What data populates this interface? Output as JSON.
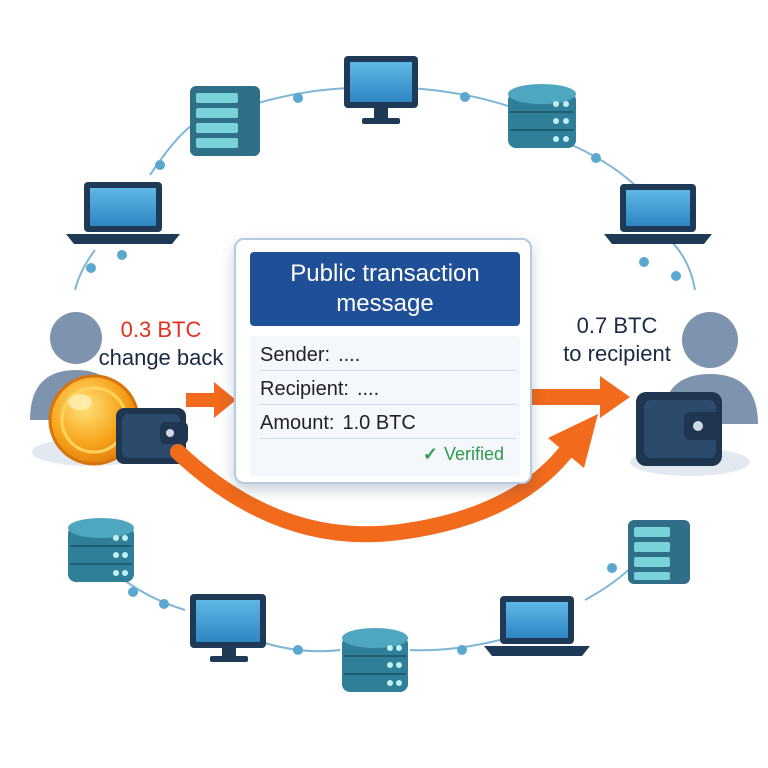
{
  "card": {
    "title": "Public transaction message",
    "sender_label": "Sender:",
    "sender_value": "....",
    "recipient_label": "Recipient:",
    "recipient_value": "....",
    "amount_label": "Amount:",
    "amount_value": "1.0 BTC",
    "verified_label": "Verified"
  },
  "left_label": {
    "amount": "0.3 BTC",
    "text": "change back"
  },
  "right_label": {
    "amount": "0.7 BTC",
    "text": "to recipient"
  },
  "colors": {
    "accent_blue": "#1f4f96",
    "arrow_orange": "#f26a1b",
    "verified_green": "#2f9a4a",
    "node_teal": "#2f7f99"
  },
  "icons": [
    "server-icon",
    "monitor-icon",
    "laptop-icon",
    "database-icon",
    "person-icon",
    "coin-icon",
    "wallet-icon",
    "checkmark-icon",
    "arrow-icon"
  ]
}
